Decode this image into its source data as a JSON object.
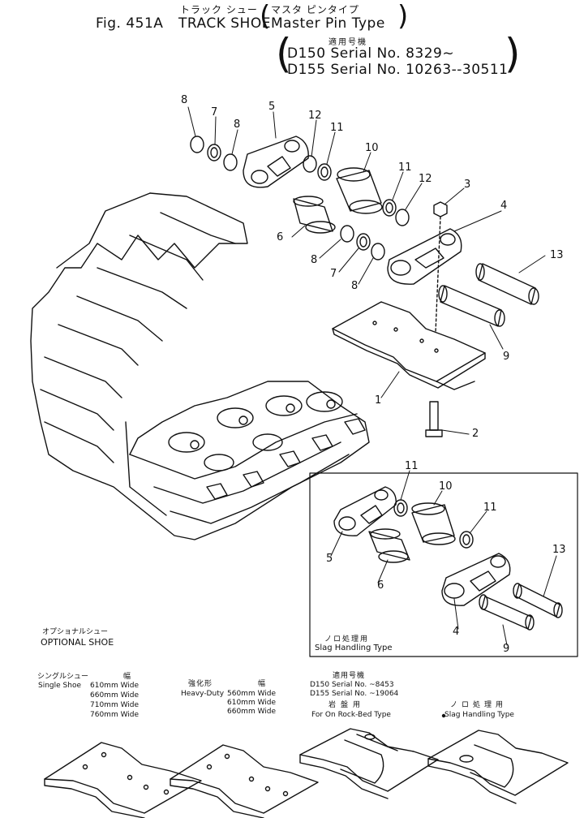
{
  "header": {
    "jp_title": "トラック シュー",
    "fig_label": "Fig. 451A",
    "title": "TRACK SHOE",
    "jp_type": "マスタ ピンタイプ",
    "type": "Master Pin Type",
    "jp_applicable": "適用号機",
    "serial_line_1": "D150 Serial No. 8329~",
    "serial_line_2": "D155 Serial No. 10263--30511"
  },
  "callouts": {
    "c1": "1",
    "c2": "2",
    "c3": "3",
    "c4": "4",
    "c5": "5",
    "c6": "6",
    "c7a": "7",
    "c7b": "7",
    "c8a": "8",
    "c8b": "8",
    "c8c": "8",
    "c8d": "8",
    "c9": "9",
    "c10": "10",
    "c11a": "11",
    "c11b": "11",
    "c12a": "12",
    "c12b": "12",
    "c13": "13"
  },
  "inset": {
    "jp_caption": "ノロ処理用",
    "caption": "Slag Handling Type",
    "callouts": {
      "c11a": "11",
      "c10": "10",
      "c11b": "11",
      "c5": "5",
      "c6": "6",
      "c13": "13",
      "c4": "4",
      "c9": "9"
    }
  },
  "optional": {
    "jp_title": "オプショナルシュー",
    "title": "OPTIONAL SHOE",
    "single": {
      "jp_label": "シングルシュー",
      "jp_width": "幅",
      "label": "Single Shoe",
      "widths": [
        "610mm Wide",
        "660mm Wide",
        "710mm Wide",
        "760mm Wide"
      ]
    },
    "heavy": {
      "jp_label": "強化形",
      "jp_width": "幅",
      "label": "Heavy-Duty",
      "widths": [
        "560mm Wide",
        "610mm Wide",
        "660mm Wide"
      ]
    },
    "rock": {
      "jp_applicable": "適用号機",
      "serial_1": "D150 Serial No. ~8453",
      "serial_2": "D155 Serial No. ~19064",
      "jp_label": "岩盤用",
      "label": "For On Rock-Bed Type"
    },
    "slag": {
      "jp_label": "ノロ処理用",
      "label": "Slag Handling Type"
    }
  }
}
